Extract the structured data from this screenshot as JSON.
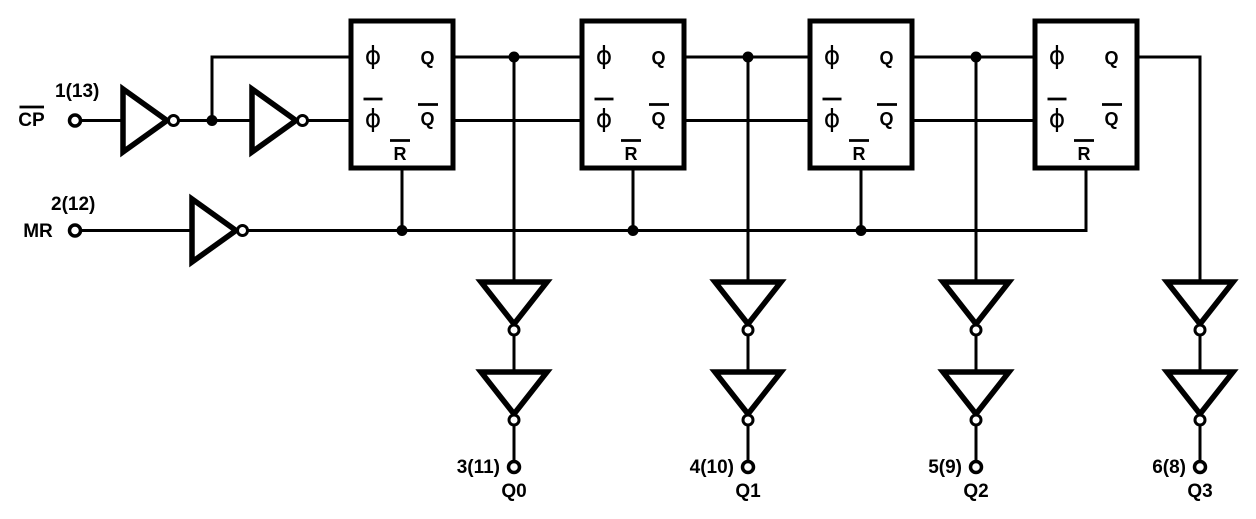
{
  "colors": {
    "ink": "#000000",
    "background": "#ffffff"
  },
  "inputs": {
    "cp": {
      "label": "CP",
      "overline": true,
      "pin": "1(13)"
    },
    "mr": {
      "label": "MR",
      "overline": false,
      "pin": "2(12)"
    }
  },
  "flipflop": {
    "clock": "ϕ",
    "clock_bar": "ϕ",
    "clock_bar_overline": true,
    "q": "Q",
    "q_bar": "Q",
    "q_bar_overline": true,
    "reset_bar": "R",
    "reset_bar_overline": true
  },
  "outputs": [
    {
      "pin": "3(11)",
      "name": "Q0"
    },
    {
      "pin": "4(10)",
      "name": "Q1"
    },
    {
      "pin": "5(9)",
      "name": "Q2"
    },
    {
      "pin": "6(8)",
      "name": "Q3"
    }
  ]
}
